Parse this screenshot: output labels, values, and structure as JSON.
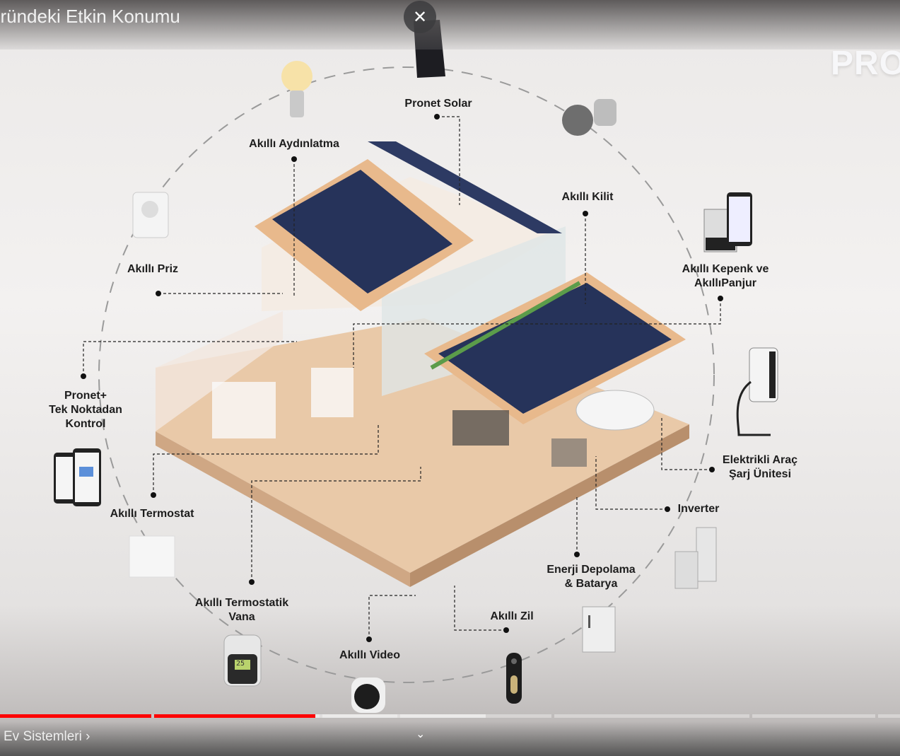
{
  "video": {
    "title": "öründeki Etkin Konumu",
    "close_icon": "✕",
    "logo": "PRO",
    "chapter": "Ev Sistemleri ›",
    "expand_icon": "⌄",
    "progress_percent": 35,
    "buffered_percent": 54,
    "progress_color": "#ff0000"
  },
  "labels": {
    "solar": "Pronet Solar",
    "lighting": "Akıllı Aydınlatma",
    "lock": "Akıllı Kilit",
    "plug": "Akıllı Priz",
    "shutter1": "Akıllı Kepenk ve",
    "shutter2": "AkıllıPanjur",
    "control1": "Pronet+",
    "control2": "Tek Noktadan",
    "control3": "Kontrol",
    "ev1": "Elektrikli Araç",
    "ev2": "Şarj Ünitesi",
    "thermostat": "Akıllı Termostat",
    "inverter": "Inverter",
    "storage1": "Enerji Depolama",
    "storage2": "& Batarya",
    "valve1": "Akıllı Termostatik",
    "valve2": "Vana",
    "doorbell": "Akıllı Zil",
    "video": "Akıllı Video",
    "valve_display": "25"
  }
}
